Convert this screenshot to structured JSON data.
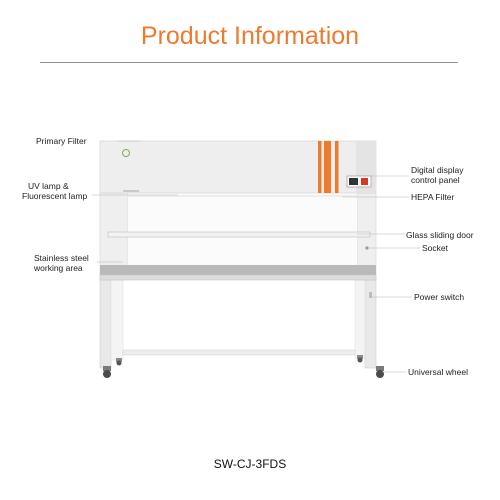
{
  "page": {
    "title": "Product Information",
    "model": "SW-CJ-3FDS",
    "accent_color": "#ee7b2d"
  },
  "labels": {
    "primary_filter": "Primary Filter",
    "uv_lamp_line1": "UV lamp &",
    "uv_lamp_line2": "Fluorescent lamp",
    "stainless_line1": "Stainless steel",
    "stainless_line2": "working area",
    "digital_line1": "Digital display",
    "digital_line2": "control panel",
    "hepa_filter": "HEPA Filter",
    "glass_door": "Glass sliding door",
    "socket": "Socket",
    "power_switch": "Power switch",
    "universal_wheel": "Universal wheel"
  }
}
